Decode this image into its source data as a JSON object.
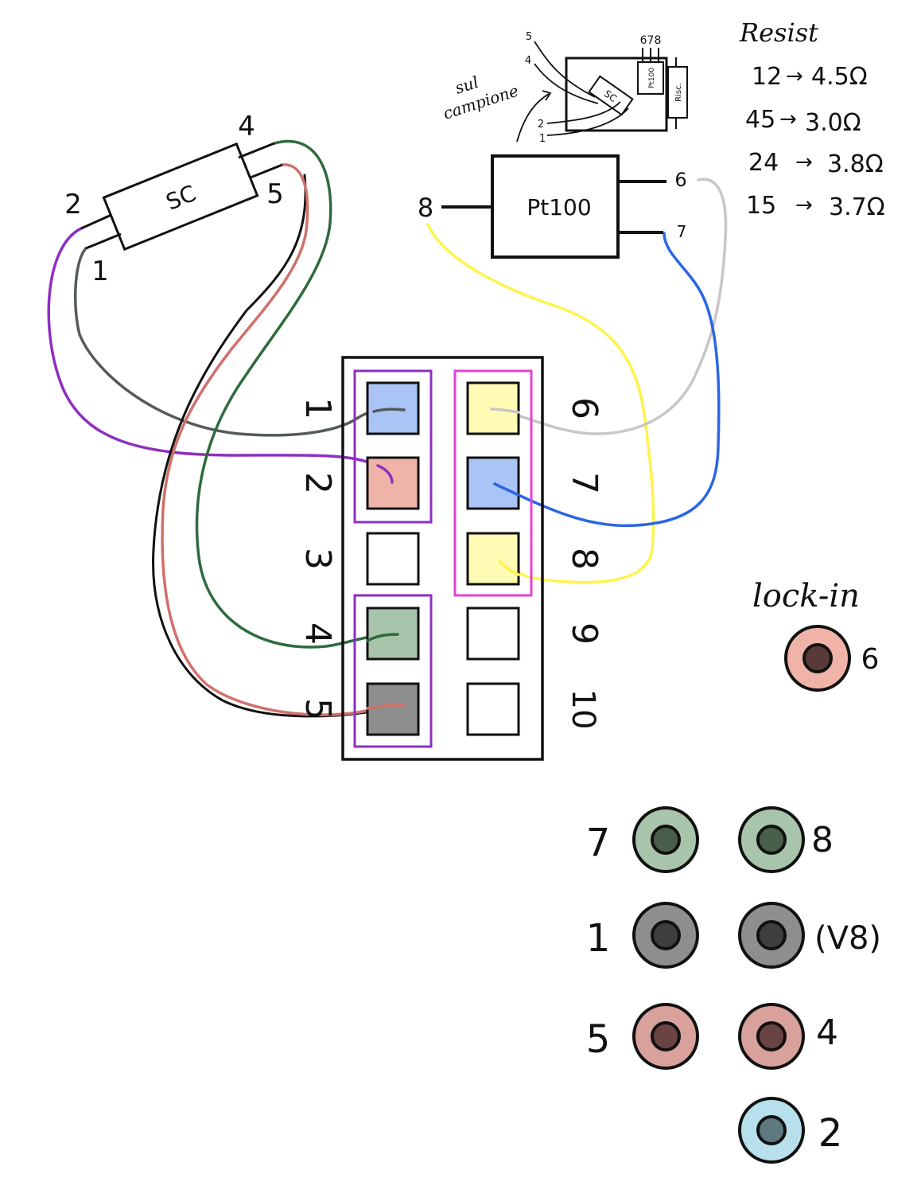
{
  "sc_component": {
    "label": "SC",
    "pins": [
      "1",
      "2",
      "4",
      "5"
    ]
  },
  "pt100_component": {
    "label": "Pt100",
    "pins": [
      "6",
      "7",
      "8"
    ]
  },
  "mini_sketch": {
    "note_line1": "sul",
    "note_line2": "campione",
    "top_pins": "678",
    "pt_label": "Pt100",
    "sc_label": "SC",
    "risc_label": "Risc.",
    "left_pin_top": "5",
    "left_pin_top2": "4",
    "left_pin_bottom": "2",
    "left_pin_bottom2": "1"
  },
  "resistances": {
    "title": "Resist",
    "rows": [
      {
        "pair": "12",
        "value": "4.5Ω"
      },
      {
        "pair": "45",
        "value": "3.0Ω"
      },
      {
        "pair": "24",
        "value": "3.8Ω"
      },
      {
        "pair": "15",
        "value": "3.7Ω"
      }
    ]
  },
  "connector": {
    "left_numbers": [
      "1",
      "2",
      "3",
      "4",
      "5"
    ],
    "right_numbers": [
      "6",
      "7",
      "8",
      "9",
      "10"
    ],
    "left_colors": [
      "#a9c4f5",
      "#f0b3a8",
      "#ffffff",
      "#a8c4ab",
      "#8e8e8e"
    ],
    "right_colors": [
      "#fdfbb4",
      "#a9c4f5",
      "#fdfbb4",
      "#ffffff",
      "#ffffff"
    ]
  },
  "lockin": {
    "label": "lock-in",
    "jack_number": "6"
  },
  "jacks": {
    "left_labels": [
      "7",
      "1",
      "5"
    ],
    "right_labels": [
      "8",
      "(V8)",
      "4",
      "2"
    ]
  },
  "colors": {
    "wire_purple": "#8e2fc2",
    "wire_gray": "#555a5c",
    "wire_green": "#2f6b3e",
    "wire_red": "#d0716b",
    "wire_black": "#111111",
    "wire_yellow": "#fff34d",
    "wire_lightgray": "#c9c6c3",
    "wire_blue": "#2b66e3",
    "frame_purple": "#8e2fc2",
    "frame_magenta": "#e243d6"
  }
}
